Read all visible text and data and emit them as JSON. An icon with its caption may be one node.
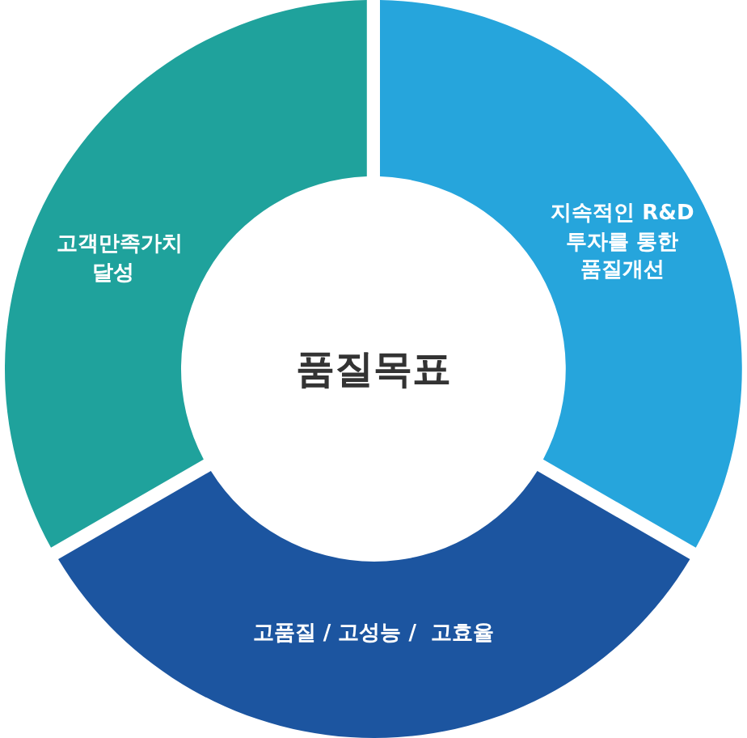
{
  "diagram": {
    "nodes": [
      {
        "text": [
          "품질목표"
        ]
      },
      {
        "text": [
          "고객만족가치 달성"
        ]
      },
      {
        "text": [
          "지속적인 R&D 투자를 통한 품질개선"
        ]
      },
      {
        "text": [
          "고품질 / 고성능 /  고효율"
        ]
      }
    ]
  }
}
